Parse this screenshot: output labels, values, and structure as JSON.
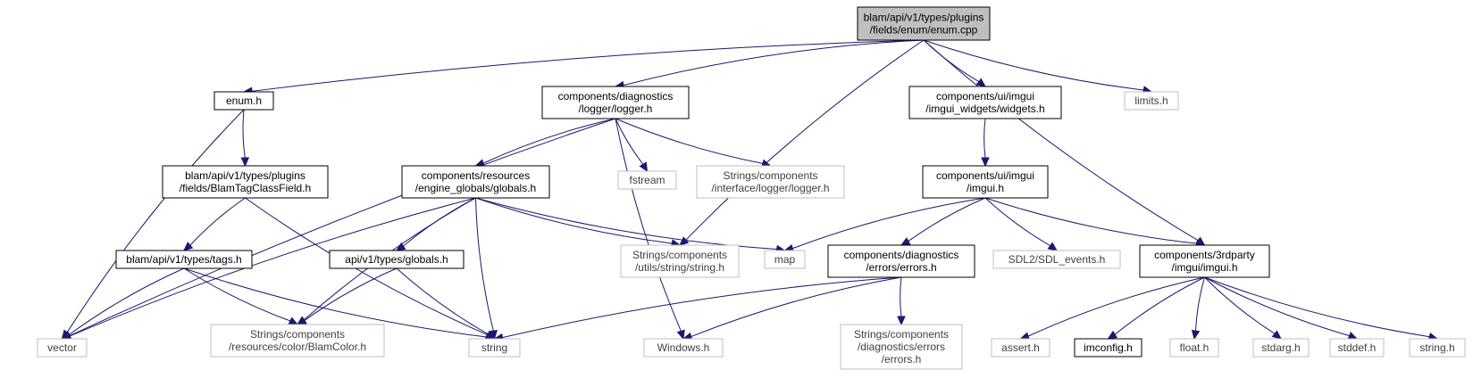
{
  "colors": {
    "edge": "#191970",
    "root_fill": "#bfbfbf",
    "node_border": "#000000",
    "external_border": "#bfbfbf",
    "background": "#ffffff"
  },
  "nodes": [
    {
      "id": "enum_cpp",
      "type": "root",
      "lines": [
        "blam/api/v1/types/plugins",
        "/fields/enum/enum.cpp"
      ]
    },
    {
      "id": "enum_h",
      "type": "normal",
      "lines": [
        "enum.h"
      ]
    },
    {
      "id": "logger_h",
      "type": "normal",
      "lines": [
        "components/diagnostics",
        "/logger/logger.h"
      ]
    },
    {
      "id": "widgets_h",
      "type": "normal",
      "lines": [
        "components/ui/imgui",
        "/imgui_widgets/widgets.h"
      ]
    },
    {
      "id": "limits_h",
      "type": "external",
      "lines": [
        "limits.h"
      ]
    },
    {
      "id": "blamtagclassfield_h",
      "type": "normal",
      "lines": [
        "blam/api/v1/types/plugins",
        "/fields/BlamTagClassField.h"
      ]
    },
    {
      "id": "globals_h",
      "type": "normal",
      "lines": [
        "components/resources",
        "/engine_globals/globals.h"
      ]
    },
    {
      "id": "fstream",
      "type": "external",
      "lines": [
        "fstream"
      ]
    },
    {
      "id": "strings_logger_h",
      "type": "external",
      "lines": [
        "Strings/components",
        "/interface/logger/logger.h"
      ]
    },
    {
      "id": "imgui_wrap_h",
      "type": "normal",
      "lines": [
        "components/ui/imgui",
        "/imgui.h"
      ]
    },
    {
      "id": "tags_h",
      "type": "normal",
      "lines": [
        "blam/api/v1/types/tags.h"
      ]
    },
    {
      "id": "api_globals_h",
      "type": "normal",
      "lines": [
        "api/v1/types/globals.h"
      ]
    },
    {
      "id": "strings_string_h",
      "type": "external",
      "lines": [
        "Strings/components",
        "/utils/string/string.h"
      ]
    },
    {
      "id": "map",
      "type": "external",
      "lines": [
        "map"
      ]
    },
    {
      "id": "errors_h",
      "type": "normal",
      "lines": [
        "components/diagnostics",
        "/errors/errors.h"
      ]
    },
    {
      "id": "sdl_events_h",
      "type": "external",
      "lines": [
        "SDL2/SDL_events.h"
      ]
    },
    {
      "id": "imgui_3rd_h",
      "type": "normal",
      "lines": [
        "components/3rdparty",
        "/imgui/imgui.h"
      ]
    },
    {
      "id": "vector",
      "type": "external",
      "lines": [
        "vector"
      ]
    },
    {
      "id": "blamcolor_h",
      "type": "external",
      "lines": [
        "Strings/components",
        "/resources/color/BlamColor.h"
      ]
    },
    {
      "id": "string",
      "type": "external",
      "lines": [
        "string"
      ]
    },
    {
      "id": "windows_h",
      "type": "external",
      "lines": [
        "Windows.h"
      ]
    },
    {
      "id": "strings_errors_h",
      "type": "external",
      "lines": [
        "Strings/components",
        "/diagnostics/errors",
        "/errors.h"
      ]
    },
    {
      "id": "assert_h",
      "type": "external",
      "lines": [
        "assert.h"
      ]
    },
    {
      "id": "imconfig_h",
      "type": "normal",
      "lines": [
        "imconfig.h"
      ]
    },
    {
      "id": "float_h",
      "type": "external",
      "lines": [
        "float.h"
      ]
    },
    {
      "id": "stdarg_h",
      "type": "external",
      "lines": [
        "stdarg.h"
      ]
    },
    {
      "id": "stddef_h",
      "type": "external",
      "lines": [
        "stddef.h"
      ]
    },
    {
      "id": "string_h",
      "type": "external",
      "lines": [
        "string.h"
      ]
    }
  ],
  "edges": [
    {
      "from": "enum_cpp",
      "to": "enum_h"
    },
    {
      "from": "enum_cpp",
      "to": "logger_h"
    },
    {
      "from": "enum_cpp",
      "to": "strings_string_h"
    },
    {
      "from": "enum_cpp",
      "to": "widgets_h"
    },
    {
      "from": "enum_cpp",
      "to": "imgui_3rd_h"
    },
    {
      "from": "enum_cpp",
      "to": "limits_h"
    },
    {
      "from": "enum_h",
      "to": "vector"
    },
    {
      "from": "enum_h",
      "to": "blamtagclassfield_h"
    },
    {
      "from": "logger_h",
      "to": "vector"
    },
    {
      "from": "logger_h",
      "to": "globals_h"
    },
    {
      "from": "logger_h",
      "to": "windows_h"
    },
    {
      "from": "logger_h",
      "to": "fstream"
    },
    {
      "from": "logger_h",
      "to": "strings_logger_h"
    },
    {
      "from": "blamtagclassfield_h",
      "to": "tags_h"
    },
    {
      "from": "blamtagclassfield_h",
      "to": "string"
    },
    {
      "from": "globals_h",
      "to": "vector"
    },
    {
      "from": "globals_h",
      "to": "blamcolor_h"
    },
    {
      "from": "globals_h",
      "to": "api_globals_h"
    },
    {
      "from": "globals_h",
      "to": "string"
    },
    {
      "from": "globals_h",
      "to": "strings_string_h"
    },
    {
      "from": "globals_h",
      "to": "map"
    },
    {
      "from": "widgets_h",
      "to": "imgui_wrap_h"
    },
    {
      "from": "imgui_wrap_h",
      "to": "map"
    },
    {
      "from": "imgui_wrap_h",
      "to": "errors_h"
    },
    {
      "from": "imgui_wrap_h",
      "to": "sdl_events_h"
    },
    {
      "from": "imgui_wrap_h",
      "to": "imgui_3rd_h"
    },
    {
      "from": "tags_h",
      "to": "vector"
    },
    {
      "from": "tags_h",
      "to": "blamcolor_h"
    },
    {
      "from": "tags_h",
      "to": "string"
    },
    {
      "from": "api_globals_h",
      "to": "blamcolor_h"
    },
    {
      "from": "api_globals_h",
      "to": "string"
    },
    {
      "from": "errors_h",
      "to": "string"
    },
    {
      "from": "errors_h",
      "to": "windows_h"
    },
    {
      "from": "errors_h",
      "to": "strings_errors_h"
    },
    {
      "from": "imgui_3rd_h",
      "to": "assert_h"
    },
    {
      "from": "imgui_3rd_h",
      "to": "imconfig_h"
    },
    {
      "from": "imgui_3rd_h",
      "to": "float_h"
    },
    {
      "from": "imgui_3rd_h",
      "to": "stdarg_h"
    },
    {
      "from": "imgui_3rd_h",
      "to": "stddef_h"
    },
    {
      "from": "imgui_3rd_h",
      "to": "string_h"
    }
  ]
}
